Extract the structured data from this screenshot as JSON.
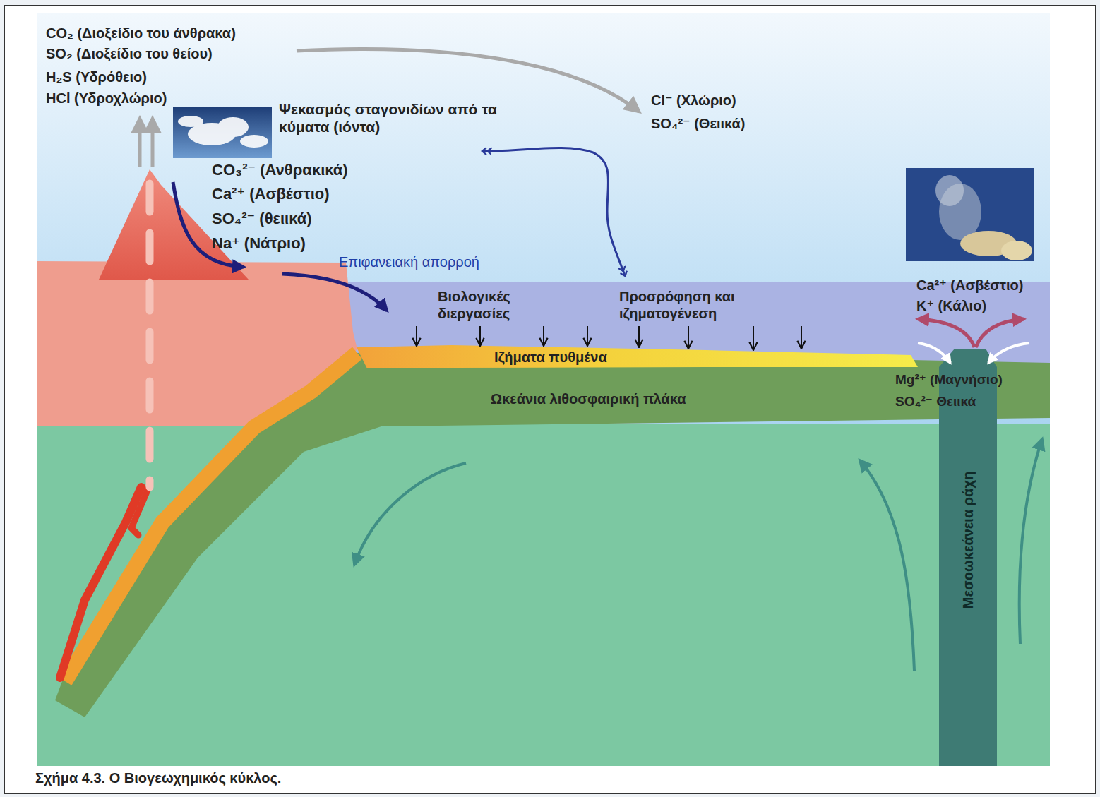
{
  "diagram": {
    "caption": "Σχήμα 4.3. Ο Βιογεωχημικός κύκλος.",
    "labels": [
      "CO₂ (Διοξείδιο του άνθρακα)",
      "SO₂ (Διοξείδιο του θείου)",
      "H₂S (Υδρόθειο)",
      "HCl (Υδροχλώριο)",
      "Ψεκασμός σταγονιδίων από τα κύματα (ιόντα)",
      "Cl⁻ (Χλώριο)",
      "SO₄²⁻ (Θειικά)",
      "CO₃²⁻ (Ανθρακικά)",
      "Ca²⁺ (Ασβέστιο)",
      "SO₄²⁻ (θειικά)",
      "Na⁺ (Νάτριο)",
      "Επιφανειακή απορροή",
      "Βιολογικές διεργασίες",
      "Προσρόφηση και ιζηματογένεση",
      "Ιζήματα πυθμένα",
      "Ωκεάνια λιθοσφαιρική πλάκα",
      "Ca²⁺ (Ασβέστιο)",
      "K⁺ (Κάλιο)",
      "Mg²⁺ (Μαγνήσιο)",
      "SO₄²⁻ Θειικά",
      "Μεσοωκεάνεια ράχη"
    ]
  }
}
